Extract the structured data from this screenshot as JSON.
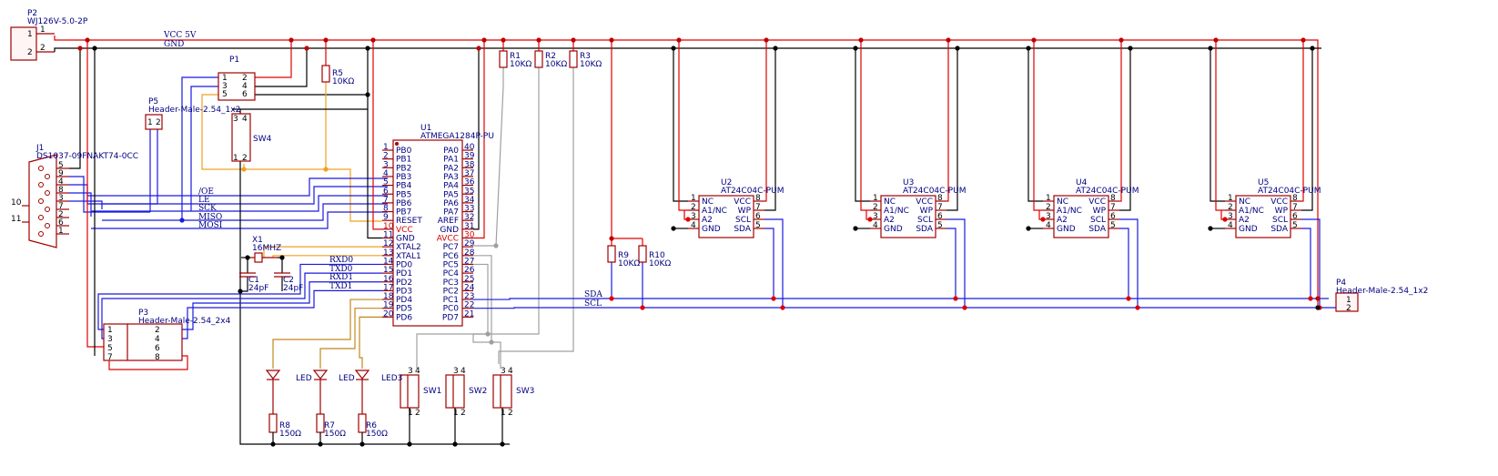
{
  "colors": {
    "wire_power": "#e00000",
    "wire_gnd": "#000000",
    "wire_signal": "#1a1adf",
    "wire_orange": "#f0a020",
    "wire_gray": "#a0a0a0",
    "wire_brown": "#c08820",
    "part": "#a00000",
    "text": "#000080",
    "junction": "#c00000"
  },
  "nets": {
    "vcc": "VCC 5V",
    "gnd": "GND",
    "oe": "/OE",
    "le": "LE",
    "sck": "SCK",
    "miso": "MISO",
    "mosi": "MOSI",
    "rxd0": "RXD0",
    "txd0": "TXD0",
    "rxd1": "RXD1",
    "txd1": "TXD1",
    "sda": "SDA",
    "scl": "SCL"
  },
  "p2": {
    "ref": "P2",
    "value": "WJ126V-5.0-2P",
    "pins": [
      "1",
      "2"
    ]
  },
  "p1": {
    "ref": "P1",
    "pins": [
      "1",
      "2",
      "3",
      "4",
      "5",
      "6"
    ]
  },
  "p5": {
    "ref": "P5",
    "value": "Header-Male-2.54_1x2",
    "pins": [
      "1",
      "2"
    ]
  },
  "j1": {
    "ref": "J1",
    "value": "DS1037-09FNAKT74-0CC",
    "pins": [
      "5",
      "9",
      "4",
      "8",
      "3",
      "7",
      "2",
      "6",
      "1"
    ],
    "ext": [
      "10",
      "11"
    ]
  },
  "sw4": {
    "ref": "SW4",
    "pins": [
      "3",
      "4",
      "1",
      "2"
    ]
  },
  "r5": {
    "ref": "R5",
    "value": "10KΩ"
  },
  "r1": {
    "ref": "R1",
    "value": "10KΩ"
  },
  "r2": {
    "ref": "R2",
    "value": "10KΩ"
  },
  "r3": {
    "ref": "R3",
    "value": "10KΩ"
  },
  "r9": {
    "ref": "R9",
    "value": "10KΩ"
  },
  "r10": {
    "ref": "R10",
    "value": "10KΩ"
  },
  "r6": {
    "ref": "R6",
    "value": "150Ω"
  },
  "r7": {
    "ref": "R7",
    "value": "150Ω"
  },
  "r8": {
    "ref": "R8",
    "value": "150Ω"
  },
  "u1": {
    "ref": "U1",
    "value": "ATMEGA1284P-PU",
    "left": [
      {
        "n": "1",
        "name": "PB0"
      },
      {
        "n": "2",
        "name": "PB1"
      },
      {
        "n": "3",
        "name": "PB2"
      },
      {
        "n": "4",
        "name": "PB3"
      },
      {
        "n": "5",
        "name": "PB4"
      },
      {
        "n": "6",
        "name": "PB5"
      },
      {
        "n": "7",
        "name": "PB6"
      },
      {
        "n": "8",
        "name": "PB7"
      },
      {
        "n": "9",
        "name": "RESET"
      },
      {
        "n": "10",
        "name": "VCC"
      },
      {
        "n": "11",
        "name": "GND"
      },
      {
        "n": "12",
        "name": "XTAL2"
      },
      {
        "n": "13",
        "name": "XTAL1"
      },
      {
        "n": "14",
        "name": "PD0"
      },
      {
        "n": "15",
        "name": "PD1"
      },
      {
        "n": "16",
        "name": "PD2"
      },
      {
        "n": "17",
        "name": "PD3"
      },
      {
        "n": "18",
        "name": "PD4"
      },
      {
        "n": "19",
        "name": "PD5"
      },
      {
        "n": "20",
        "name": "PD6"
      }
    ],
    "right": [
      {
        "n": "40",
        "name": "PA0"
      },
      {
        "n": "39",
        "name": "PA1"
      },
      {
        "n": "38",
        "name": "PA2"
      },
      {
        "n": "37",
        "name": "PA3"
      },
      {
        "n": "36",
        "name": "PA4"
      },
      {
        "n": "35",
        "name": "PA5"
      },
      {
        "n": "34",
        "name": "PA6"
      },
      {
        "n": "33",
        "name": "PA7"
      },
      {
        "n": "32",
        "name": "AREF"
      },
      {
        "n": "31",
        "name": "GND"
      },
      {
        "n": "30",
        "name": "AVCC"
      },
      {
        "n": "29",
        "name": "PC7"
      },
      {
        "n": "28",
        "name": "PC6"
      },
      {
        "n": "27",
        "name": "PC5"
      },
      {
        "n": "26",
        "name": "PC4"
      },
      {
        "n": "25",
        "name": "PC3"
      },
      {
        "n": "24",
        "name": "PC2"
      },
      {
        "n": "23",
        "name": "PC1"
      },
      {
        "n": "22",
        "name": "PC0"
      },
      {
        "n": "21",
        "name": "PD7"
      }
    ]
  },
  "x1": {
    "ref": "X1",
    "value": "16MHZ"
  },
  "c1": {
    "ref": "C1",
    "value": "24pF"
  },
  "c2": {
    "ref": "C2",
    "value": "24pF"
  },
  "p3": {
    "ref": "P3",
    "value": "Header-Male-2.54_2x4",
    "pins": [
      "1",
      "2",
      "3",
      "4",
      "5",
      "6",
      "7",
      "8"
    ]
  },
  "leds": [
    {
      "ref": "LED3"
    },
    {
      "ref": "LED"
    },
    {
      "ref": "LED"
    }
  ],
  "switches": [
    {
      "ref": "SW1",
      "pins": [
        "3",
        "4",
        "1",
        "2"
      ]
    },
    {
      "ref": "SW2",
      "pins": [
        "3",
        "4",
        "1",
        "2"
      ]
    },
    {
      "ref": "SW3",
      "pins": [
        "3",
        "4",
        "1",
        "2"
      ]
    }
  ],
  "eeproms": [
    {
      "ref": "U2",
      "value": "AT24C04C-PUM"
    },
    {
      "ref": "U3",
      "value": "AT24C04C-PUM"
    },
    {
      "ref": "U4",
      "value": "AT24C04C-PUM"
    },
    {
      "ref": "U5",
      "value": "AT24C04C-PUM"
    }
  ],
  "eeprom_pins": {
    "left": [
      {
        "n": "1",
        "name": "NC"
      },
      {
        "n": "2",
        "name": "A1/NC"
      },
      {
        "n": "3",
        "name": "A2"
      },
      {
        "n": "4",
        "name": "GND"
      }
    ],
    "right": [
      {
        "n": "8",
        "name": "VCC"
      },
      {
        "n": "7",
        "name": "WP"
      },
      {
        "n": "6",
        "name": "SCL"
      },
      {
        "n": "5",
        "name": "SDA"
      }
    ]
  },
  "p4": {
    "ref": "P4",
    "value": "Header-Male-2.54_1x2",
    "pins": [
      "1",
      "2"
    ]
  }
}
